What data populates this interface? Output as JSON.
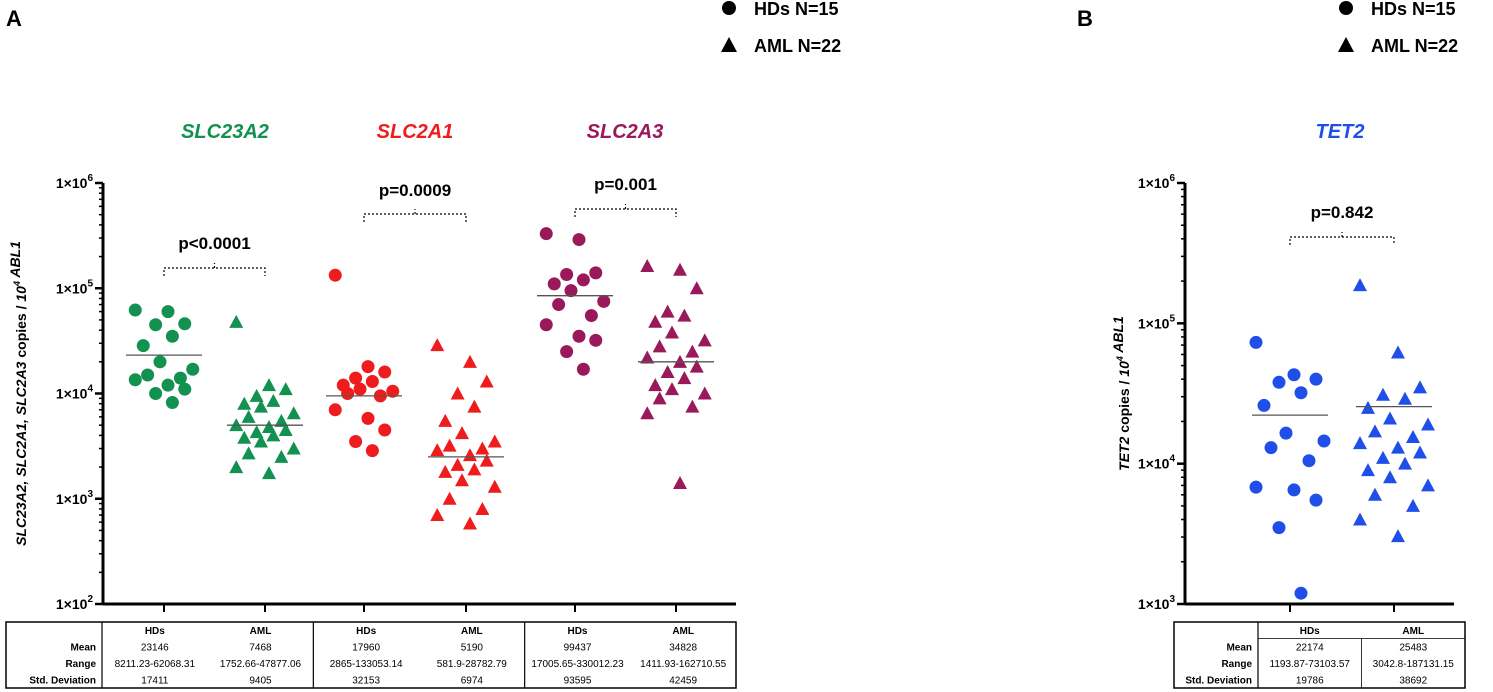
{
  "panels": [
    {
      "label": "A",
      "legend": [
        {
          "marker": "circle",
          "text": "HDs N=15"
        },
        {
          "marker": "triangle",
          "text": "AML N=22"
        }
      ],
      "ylabel_parts": [
        {
          "text": "SLC23A2, SLC2A1, SLC2A3",
          "italic": true
        },
        {
          "text": " copies / ",
          "italic": false
        },
        {
          "text": "10",
          "italic": true
        },
        {
          "text": "4",
          "italic": true,
          "sup": true
        },
        {
          "text": " ABL1",
          "italic": true
        }
      ],
      "y_ticks": [
        {
          "base": "1×10",
          "exp": "2",
          "value": 100
        },
        {
          "base": "1×10",
          "exp": "3",
          "value": 1000
        },
        {
          "base": "1×10",
          "exp": "4",
          "value": 10000
        },
        {
          "base": "1×10",
          "exp": "5",
          "value": 100000
        },
        {
          "base": "1×10",
          "exp": "6",
          "value": 1000000
        }
      ],
      "genes": [
        {
          "name": "SLC23A2",
          "color": "#129150",
          "p": "p<0.0001"
        },
        {
          "name": "SLC2A1",
          "color": "#ee1c1c",
          "p": "p=0.0009"
        },
        {
          "name": "SLC2A3",
          "color": "#99195a",
          "p": "p=0.001"
        }
      ],
      "table": {
        "row_labels": [
          "Mean",
          "Range",
          "Std. Deviation"
        ],
        "groups": [
          {
            "header": "HDs",
            "cells": [
              "23146",
              "8211.23-62068.31",
              "17411"
            ]
          },
          {
            "header": "AML",
            "cells": [
              "7468",
              "1752.66-47877.06",
              "9405"
            ]
          },
          {
            "header": "HDs",
            "cells": [
              "17960",
              "2865-133053.14",
              "32153"
            ]
          },
          {
            "header": "AML",
            "cells": [
              "5190",
              "581.9-28782.79",
              "6974"
            ]
          },
          {
            "header": "HDs",
            "cells": [
              "99437",
              "17005.65-330012.23",
              "93595"
            ]
          },
          {
            "header": "AML",
            "cells": [
              "34828",
              "1411.93-162710.55",
              "42459"
            ]
          }
        ]
      }
    },
    {
      "label": "B",
      "legend": [
        {
          "marker": "circle",
          "text": "HDs N=15"
        },
        {
          "marker": "triangle",
          "text": "AML N=22"
        }
      ],
      "ylabel_parts": [
        {
          "text": "TET2",
          "italic": true
        },
        {
          "text": " copies / ",
          "italic": false
        },
        {
          "text": "10",
          "italic": true
        },
        {
          "text": "4",
          "italic": true,
          "sup": true
        },
        {
          "text": " ABL1",
          "italic": true
        }
      ],
      "y_ticks": [
        {
          "base": "1×10",
          "exp": "3",
          "value": 1000
        },
        {
          "base": "1×10",
          "exp": "4",
          "value": 10000
        },
        {
          "base": "1×10",
          "exp": "5",
          "value": 100000
        },
        {
          "base": "1×10",
          "exp": "6",
          "value": 1000000
        }
      ],
      "genes": [
        {
          "name": "TET2",
          "color": "#1f4fe8",
          "p": "p=0.842"
        }
      ],
      "table": {
        "row_labels": [
          "Mean",
          "Range",
          "Std. Deviation"
        ],
        "groups": [
          {
            "header": "HDs",
            "cells": [
              "22174",
              "1193.87-73103.57",
              "19786"
            ]
          },
          {
            "header": "AML",
            "cells": [
              "25483",
              "3042.8-187131.15",
              "38692"
            ]
          }
        ]
      }
    }
  ],
  "chart_data": [
    {
      "type": "scatter",
      "panel": "A",
      "yscale": "log",
      "ylim": [
        100,
        1000000
      ],
      "categories": [
        "SLC23A2 HDs",
        "SLC23A2 AML",
        "SLC2A1 HDs",
        "SLC2A1 AML",
        "SLC2A3 HDs",
        "SLC2A3 AML"
      ],
      "series": [
        {
          "name": "HDs N=15",
          "gene": "SLC23A2",
          "marker": "circle",
          "color": "#129150",
          "median": 23146,
          "values": [
            62068,
            60000,
            46000,
            45000,
            35000,
            28500,
            20000,
            17000,
            15000,
            14000,
            13500,
            12000,
            11000,
            10000,
            8211
          ]
        },
        {
          "name": "AML N=22",
          "gene": "SLC23A2",
          "marker": "triangle",
          "color": "#129150",
          "median": 5000,
          "values": [
            47877,
            12000,
            11000,
            9500,
            8500,
            8000,
            7500,
            6500,
            6000,
            5500,
            5000,
            4800,
            4500,
            4300,
            4000,
            3800,
            3500,
            3000,
            2700,
            2500,
            2000,
            1753
          ]
        },
        {
          "name": "HDs N=15",
          "gene": "SLC2A1",
          "marker": "circle",
          "color": "#ee1c1c",
          "median": 9500,
          "values": [
            133053,
            18000,
            16000,
            14000,
            13000,
            12000,
            11000,
            10500,
            10000,
            9500,
            7000,
            5800,
            4500,
            3500,
            2865
          ]
        },
        {
          "name": "AML N=22",
          "gene": "SLC2A1",
          "marker": "triangle",
          "color": "#ee1c1c",
          "median": 2500,
          "values": [
            28783,
            20000,
            13000,
            10000,
            7500,
            5500,
            4200,
            3500,
            3200,
            3000,
            2900,
            2600,
            2300,
            2100,
            1900,
            1800,
            1500,
            1300,
            1000,
            800,
            700,
            582
          ]
        },
        {
          "name": "HDs N=15",
          "gene": "SLC2A3",
          "marker": "circle",
          "color": "#99195a",
          "median": 85000,
          "values": [
            330012,
            290000,
            140000,
            135000,
            120000,
            110000,
            95000,
            75000,
            70000,
            55000,
            45000,
            35000,
            32000,
            25000,
            17006
          ]
        },
        {
          "name": "AML N=22",
          "gene": "SLC2A3",
          "marker": "triangle",
          "color": "#99195a",
          "median": 20000,
          "values": [
            162711,
            150000,
            100000,
            60000,
            55000,
            48000,
            38000,
            32000,
            28000,
            25000,
            22000,
            20000,
            18000,
            16000,
            14000,
            12000,
            11000,
            10000,
            9000,
            7500,
            6500,
            1412
          ]
        }
      ]
    },
    {
      "type": "scatter",
      "panel": "B",
      "yscale": "log",
      "ylim": [
        1000,
        1000000
      ],
      "categories": [
        "TET2 HDs",
        "TET2 AML"
      ],
      "series": [
        {
          "name": "HDs N=15",
          "gene": "TET2",
          "marker": "circle",
          "color": "#1f4fe8",
          "median": 22174,
          "values": [
            73104,
            43000,
            40000,
            38000,
            32000,
            26000,
            16500,
            14500,
            13000,
            10500,
            6800,
            6500,
            5500,
            3500,
            1194
          ]
        },
        {
          "name": "AML N=22",
          "gene": "TET2",
          "marker": "triangle",
          "color": "#1f4fe8",
          "median": 25483,
          "values": [
            187131,
            62000,
            35000,
            31000,
            29000,
            25000,
            21000,
            19000,
            17000,
            15500,
            14000,
            13000,
            12000,
            11000,
            10000,
            9000,
            8000,
            7000,
            6000,
            5000,
            4000,
            3043
          ]
        }
      ]
    }
  ]
}
